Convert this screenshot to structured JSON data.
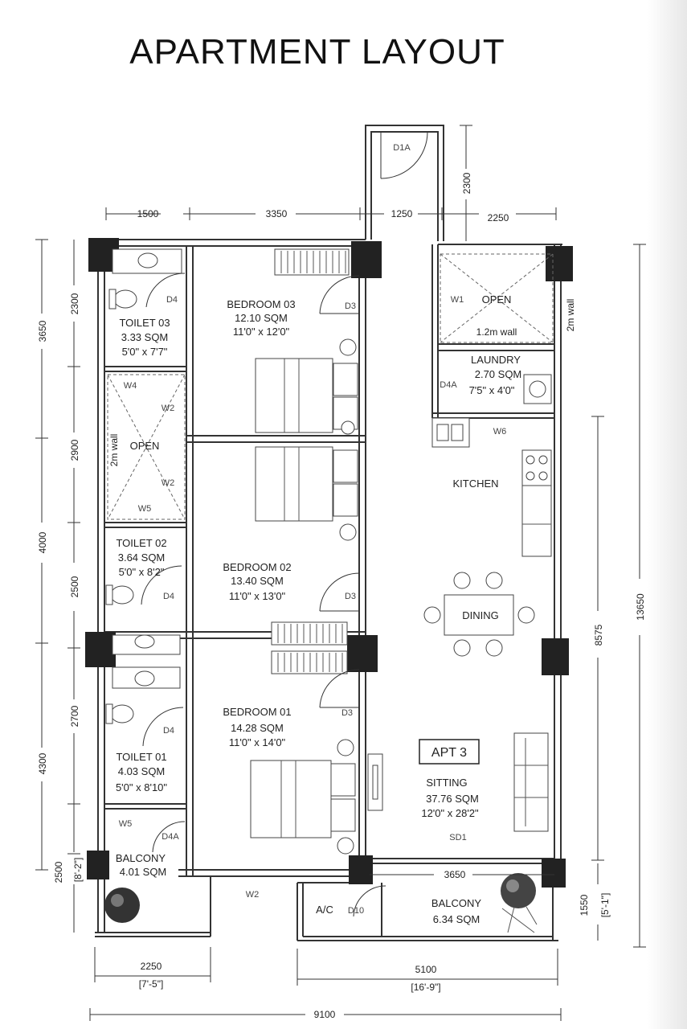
{
  "title": "APARTMENT LAYOUT",
  "apartment": "APT 3",
  "rooms": {
    "bedroom03": {
      "name": "BEDROOM 03",
      "area": "12.10 SQM",
      "size": "11'0\" x 12'0\""
    },
    "bedroom02": {
      "name": "BEDROOM 02",
      "area": "13.40 SQM",
      "size": "11'0\" x 13'0\""
    },
    "bedroom01": {
      "name": "BEDROOM 01",
      "area": "14.28 SQM",
      "size": "11'0\" x 14'0\""
    },
    "toilet03": {
      "name": "TOILET 03",
      "area": "3.33 SQM",
      "size": "5'0\" x 7'7\""
    },
    "toilet02": {
      "name": "TOILET 02",
      "area": "3.64 SQM",
      "size": "5'0\" x 8'2\""
    },
    "toilet01": {
      "name": "TOILET 01",
      "area": "4.03 SQM",
      "size": "5'0\" x 8'10\""
    },
    "laundry": {
      "name": "LAUNDRY",
      "area": "2.70 SQM",
      "size": "7'5\" x 4'0\""
    },
    "open_right": {
      "name": "OPEN",
      "note": "1.2m wall"
    },
    "open_left": {
      "name": "OPEN",
      "note": "2m wall"
    },
    "kitchen": {
      "name": "KITCHEN"
    },
    "dining": {
      "name": "DINING"
    },
    "sitting": {
      "name": "SITTING",
      "area": "37.76 SQM",
      "size": "12'0\" x 28'2\""
    },
    "balcony_left": {
      "name": "BALCONY",
      "area": "4.01 SQM"
    },
    "balcony_right": {
      "name": "BALCONY",
      "area": "6.34 SQM"
    },
    "ac": {
      "name": "A/C"
    }
  },
  "walls_notes": {
    "right_2m": "2m wall"
  },
  "tags": {
    "D1A": "D1A",
    "D3": "D3",
    "D4": "D4",
    "D4A": "D4A",
    "D10": "D10",
    "SD1": "SD1",
    "W1": "W1",
    "W2": "W2",
    "W4": "W4",
    "W5": "W5",
    "W6": "W6"
  },
  "dimensions": {
    "top_1500": "1500",
    "top_3350": "3350",
    "top_1250": "1250",
    "top_2250": "2250",
    "right_2300_top": "2300",
    "left_3650": "3650",
    "left_4000": "4000",
    "left_4300": "4300",
    "left_2500": "2500",
    "left_2300": "2300",
    "left_2900": "2900",
    "left_2500b": "2500",
    "left_2700": "2700",
    "left_imp": "[8'-2\"]",
    "right_13650": "13650",
    "right_8575": "8575",
    "right_1550": "1550",
    "right_imp": "[5'-1\"]",
    "mid_3650": "3650",
    "bot_2250": "2250",
    "bot_2250_imp": "[7'-5\"]",
    "bot_5100": "5100",
    "bot_5100_imp": "[16'-9\"]",
    "bot_9100": "9100"
  }
}
